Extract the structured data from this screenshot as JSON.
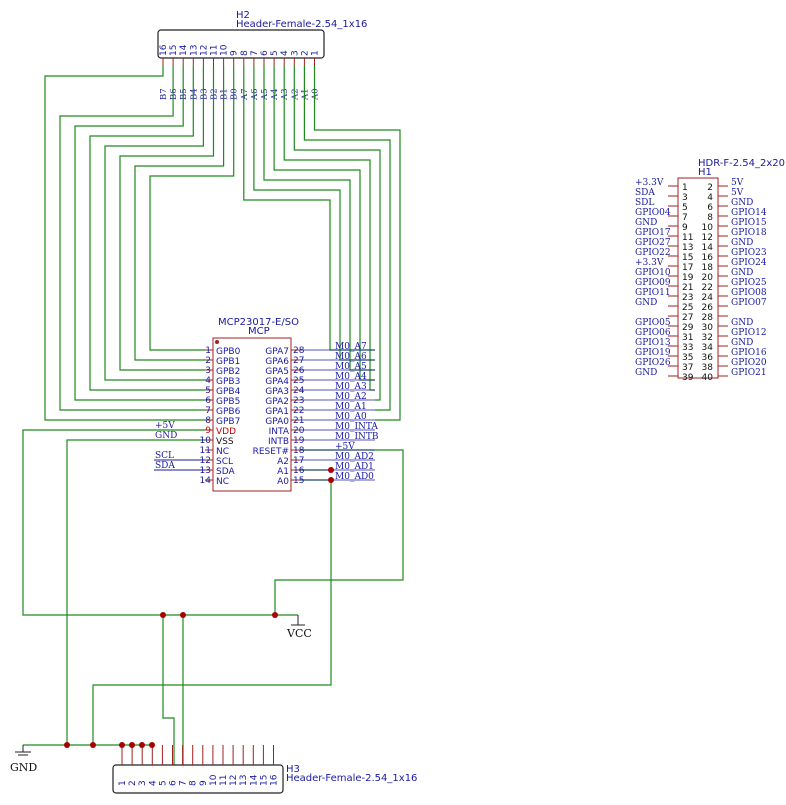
{
  "h2": {
    "ref": "H2",
    "value": "Header-Female-2.54_1x16",
    "pin_numbers": [
      "16",
      "15",
      "14",
      "13",
      "12",
      "11",
      "10",
      "9",
      "8",
      "7",
      "6",
      "5",
      "4",
      "3",
      "2",
      "1"
    ],
    "net_labels": [
      "B7",
      "B6",
      "B5",
      "B4",
      "B3",
      "B2",
      "B1",
      "B0",
      "A7",
      "A6",
      "A5",
      "A4",
      "A3",
      "A2",
      "A1",
      "A0"
    ]
  },
  "h3": {
    "ref": "H3",
    "value": "Header-Female-2.54_1x16",
    "pin_numbers": [
      "1",
      "2",
      "3",
      "4",
      "5",
      "6",
      "7",
      "8",
      "9",
      "10",
      "11",
      "12",
      "13",
      "14",
      "15",
      "16"
    ]
  },
  "mcp": {
    "value": "MCP23017-E/SO",
    "ref": "MCP",
    "left_pins": [
      {
        "num": "1",
        "name": "GPB0"
      },
      {
        "num": "2",
        "name": "GPB1"
      },
      {
        "num": "3",
        "name": "GPB2"
      },
      {
        "num": "4",
        "name": "GPB3"
      },
      {
        "num": "5",
        "name": "GPB4"
      },
      {
        "num": "6",
        "name": "GPB5"
      },
      {
        "num": "7",
        "name": "GPB6"
      },
      {
        "num": "8",
        "name": "GPB7"
      },
      {
        "num": "9",
        "name": "VDD"
      },
      {
        "num": "10",
        "name": "VSS"
      },
      {
        "num": "11",
        "name": "NC"
      },
      {
        "num": "12",
        "name": "SCL"
      },
      {
        "num": "13",
        "name": "SDA"
      },
      {
        "num": "14",
        "name": "NC"
      }
    ],
    "right_pins": [
      {
        "num": "28",
        "name": "GPA7",
        "net": "M0_A7"
      },
      {
        "num": "27",
        "name": "GPA6",
        "net": "M0_A6"
      },
      {
        "num": "26",
        "name": "GPA5",
        "net": "M0_A5"
      },
      {
        "num": "25",
        "name": "GPA4",
        "net": "M0_A4"
      },
      {
        "num": "24",
        "name": "GPA3",
        "net": "M0_A3"
      },
      {
        "num": "23",
        "name": "GPA2",
        "net": "M0_A2"
      },
      {
        "num": "22",
        "name": "GPA1",
        "net": "M0_A1"
      },
      {
        "num": "21",
        "name": "GPA0",
        "net": "M0_A0"
      },
      {
        "num": "20",
        "name": "INTA",
        "net": "M0_INTA"
      },
      {
        "num": "19",
        "name": "INTB",
        "net": "M0_INTB"
      },
      {
        "num": "18",
        "name": "RESET#",
        "net": "+5V"
      },
      {
        "num": "17",
        "name": "A2",
        "net": "M0_AD2"
      },
      {
        "num": "16",
        "name": "A1",
        "net": "M0_AD1"
      },
      {
        "num": "15",
        "name": "A0",
        "net": "M0_AD0"
      }
    ],
    "left_nets": {
      "vdd": "+5V",
      "vss": "GND",
      "scl": "SCL",
      "sda": "SDA"
    }
  },
  "power": {
    "vcc": "VCC",
    "gnd": "GND"
  },
  "rpi": {
    "value": "HDR-F-2.54_2x20",
    "ref": "H1",
    "rows": [
      {
        "l": "+3.3V",
        "a": "1",
        "b": "2",
        "r": "5V"
      },
      {
        "l": "SDA",
        "a": "3",
        "b": "4",
        "r": "5V"
      },
      {
        "l": "SDL",
        "a": "5",
        "b": "6",
        "r": "GND"
      },
      {
        "l": "GPIO04",
        "a": "7",
        "b": "8",
        "r": "GPIO14"
      },
      {
        "l": "GND",
        "a": "9",
        "b": "10",
        "r": "GPIO15"
      },
      {
        "l": "GPIO17",
        "a": "11",
        "b": "12",
        "r": "GPIO18"
      },
      {
        "l": "GPIO27",
        "a": "13",
        "b": "14",
        "r": "GND"
      },
      {
        "l": "GPIO22",
        "a": "15",
        "b": "16",
        "r": "GPIO23"
      },
      {
        "l": "+3.3V",
        "a": "17",
        "b": "18",
        "r": "GPIO24"
      },
      {
        "l": "GPIO10",
        "a": "19",
        "b": "20",
        "r": "GND"
      },
      {
        "l": "GPIO09",
        "a": "21",
        "b": "22",
        "r": "GPIO25"
      },
      {
        "l": "GPIO11",
        "a": "23",
        "b": "24",
        "r": "GPIO08"
      },
      {
        "l": "GND",
        "a": "25",
        "b": "26",
        "r": "GPIO07"
      },
      {
        "l": "",
        "a": "27",
        "b": "28",
        "r": ""
      },
      {
        "l": "GPIO05",
        "a": "29",
        "b": "30",
        "r": "GND"
      },
      {
        "l": "GPIO06",
        "a": "31",
        "b": "32",
        "r": "GPIO12"
      },
      {
        "l": "GPIO13",
        "a": "33",
        "b": "34",
        "r": "GND"
      },
      {
        "l": "GPIO19",
        "a": "35",
        "b": "36",
        "r": "GPIO16"
      },
      {
        "l": "GPIO26",
        "a": "37",
        "b": "38",
        "r": "GPIO20"
      },
      {
        "l": "GND",
        "a": "39",
        "b": "40",
        "r": "GPIO21"
      }
    ]
  },
  "colors": {
    "wire": "#1e8a1e",
    "pin": "#a02020",
    "net_label": "#1a1aa0",
    "body": "#a02020",
    "junction": "#a80000"
  }
}
